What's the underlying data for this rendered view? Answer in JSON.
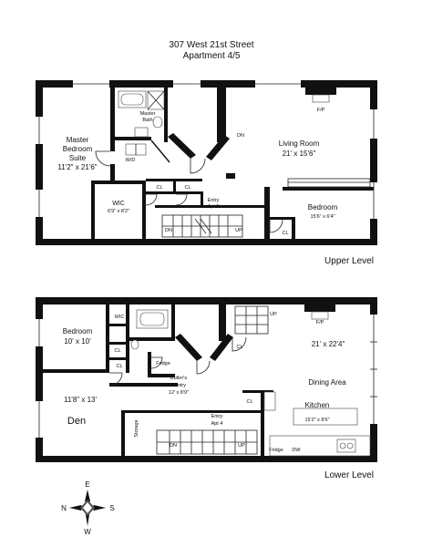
{
  "header": {
    "address": "307 West 21st Street",
    "apartment": "Apartment 4/5"
  },
  "upper_level": {
    "level_label": "Upper Level",
    "master_suite": {
      "line1": "Master",
      "line2": "Bedroom",
      "line3": "Suite",
      "dims": "11'2\" x 21'6\""
    },
    "master_bath": {
      "line1": "Master",
      "line2": "Bath"
    },
    "wd": "W/D",
    "wic": {
      "name": "WIC",
      "dims": "6'9\" x 8'2\""
    },
    "closet1": "CL",
    "closet2": "CL",
    "closet3": "CL",
    "entry": {
      "line1": "Entry",
      "line2": "Apt 5"
    },
    "stair_dn": "DN",
    "stair_up": "UP",
    "living_room": {
      "name": "Living Room",
      "dims": "21' x 15'6\""
    },
    "fireplace": "F/P",
    "living_dn": "DN",
    "bedroom": {
      "name": "Bedroom",
      "dims": "15'6\" x 6'4\""
    }
  },
  "lower_level": {
    "level_label": "Lower Level",
    "bedroom": {
      "name": "Bedroom",
      "dims": "10' x 10'"
    },
    "wic": "WIC",
    "closet1": "CL",
    "closet2": "CL",
    "closet3": "CL",
    "closet4": "CL",
    "fridge": "Fridge",
    "butlers_pantry": {
      "line1": "Butler's",
      "line2": "Pantry",
      "dims": "12' x 8'9\""
    },
    "den": {
      "dims": "11'8\" x 13'",
      "name": "Den"
    },
    "storage": "Storage",
    "entry": {
      "line1": "Entry",
      "line2": "Apt 4"
    },
    "stair_dn": "DN",
    "stair_up": "UP",
    "stair_up_top": "UP",
    "fireplace": "F/P",
    "great_room_dims": "21' x 22'4\"",
    "dining_area": "Dining Area",
    "kitchen": {
      "name": "Kitchen",
      "dims": "15'2\" x 8'6\""
    },
    "kitchen_fridge": "Fridge",
    "dishwasher": "DW"
  },
  "compass": {
    "north": "N",
    "south": "S",
    "east": "E",
    "west": "W"
  }
}
